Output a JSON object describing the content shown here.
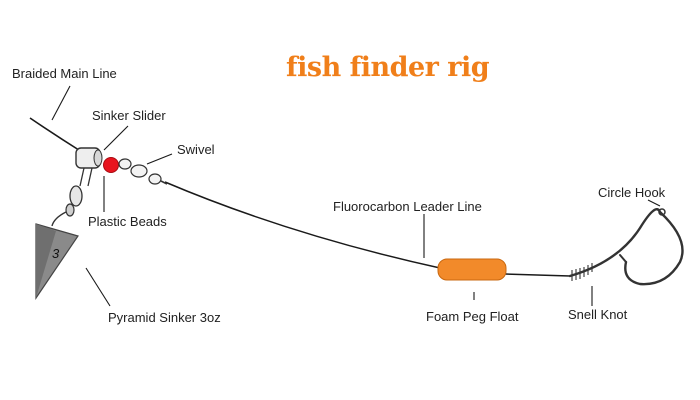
{
  "title": "fish finder rig",
  "sinker_number": "3",
  "labels": {
    "braided_main_line": "Braided Main Line",
    "sinker_slider": "Sinker Slider",
    "swivel": "Swivel",
    "plastic_beads": "Plastic Beads",
    "pyramid_sinker": "Pyramid Sinker 3oz",
    "fluorocarbon_leader": "Fluorocarbon Leader Line",
    "foam_peg_float": "Foam Peg Float",
    "snell_knot": "Snell Knot",
    "circle_hook": "Circle Hook"
  },
  "colors": {
    "title": "#f07f1a",
    "bead": "#e8141e",
    "float": "#f28a2a",
    "sinker": "#8a8a8a",
    "line": "#1a1a1a"
  }
}
